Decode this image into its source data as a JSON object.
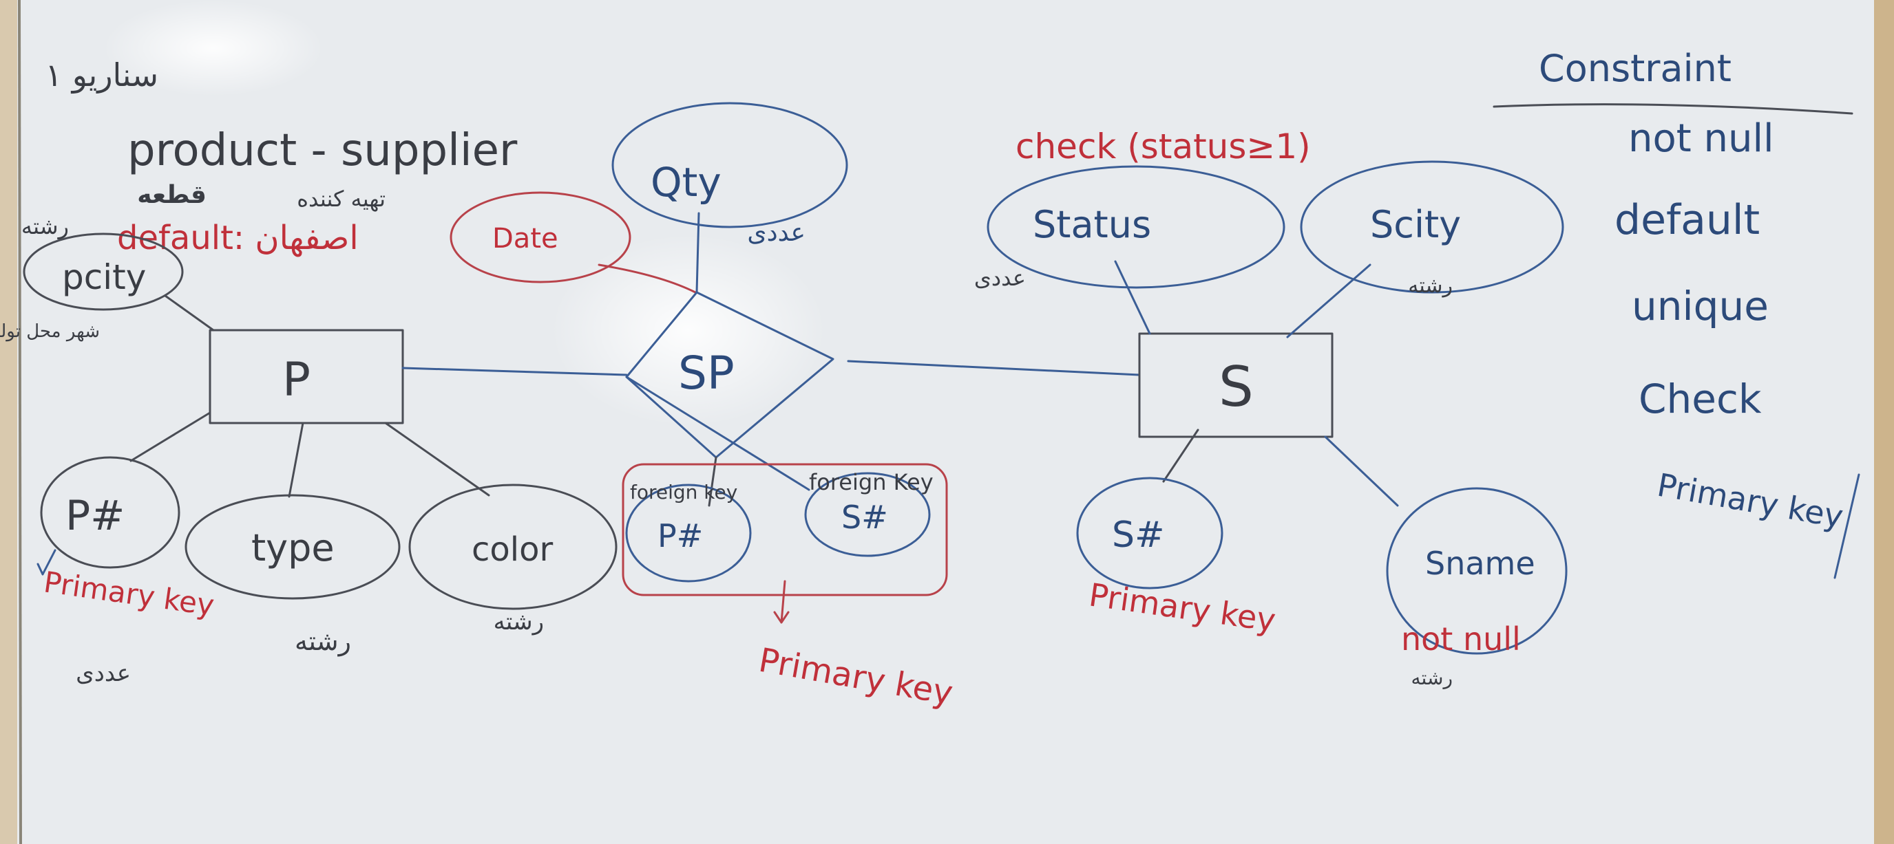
{
  "scenario_label": "سناریو ۱",
  "title": "product - supplier",
  "title_fa": {
    "product": "قطعه",
    "supplier": "تهیه کننده"
  },
  "default_note": "default: اصفهان",
  "entities": {
    "p": {
      "label": "P"
    },
    "s": {
      "label": "S"
    }
  },
  "relationship": {
    "label": "SP"
  },
  "attributes": {
    "pcity": {
      "label": "pcity",
      "type_note": "رشته",
      "desc": "شهر محل تولید"
    },
    "p_id": {
      "label": "P#",
      "constraint": "Primary key",
      "type_note": "عددی"
    },
    "type": {
      "label": "type",
      "type_note": "رشته"
    },
    "color": {
      "label": "color",
      "type_note": "رشته"
    },
    "date": {
      "label": "Date"
    },
    "qty": {
      "label": "Qty",
      "type_note": "عددی"
    },
    "sp_p": {
      "label": "P#",
      "note": "foreign key"
    },
    "sp_s": {
      "label": "S#",
      "note": "foreign Key"
    },
    "sp_key": "Primary key",
    "status": {
      "label": "Status",
      "type_note": "عددی",
      "constraint": "check (status≥1)"
    },
    "scity": {
      "label": "Scity",
      "type_note": "رشته"
    },
    "s_id": {
      "label": "S#",
      "constraint": "Primary key"
    },
    "sname": {
      "label": "Sname",
      "constraint": "not null",
      "type_note": "رشته"
    }
  },
  "constraints": {
    "header": "Constraint",
    "items": [
      "not null",
      "default",
      "unique",
      "Check",
      "Primary key"
    ]
  },
  "colors": {
    "board": "#e8ebee",
    "ink_black": "#3a3d44",
    "ink_blue": "#2c4a7a",
    "ink_red": "#c0303a"
  }
}
